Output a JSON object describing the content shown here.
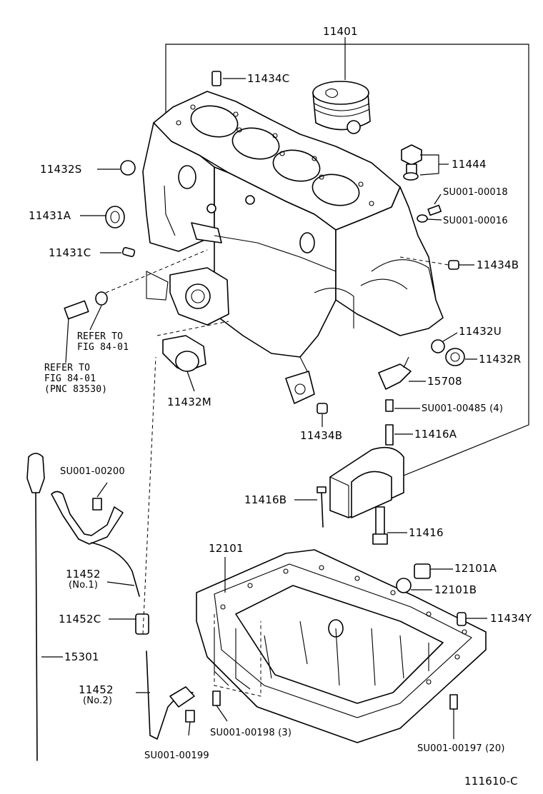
{
  "callouts": {
    "p11401": "11401",
    "p11434C": "11434C",
    "p11432S": "11432S",
    "p11431A": "11431A",
    "p11431C": "11431C",
    "p11444": "11444",
    "su00018": "SU001-00018",
    "su00016": "SU001-00016",
    "p11434B_right": "11434B",
    "refer1_line1": "REFER TO",
    "refer1_line2": "FIG 84-01",
    "refer2_line1": "REFER TO",
    "refer2_line2": "FIG 84-01",
    "refer2_line3": "(PNC 83530)",
    "p11432U": "11432U",
    "p11432R": "11432R",
    "p15708": "15708",
    "p11432M": "11432M",
    "su00485": "SU001-00485 (4)",
    "p11434B_bottom": "11434B",
    "p11416A": "11416A",
    "su00200": "SU001-00200",
    "p11416B": "11416B",
    "p11416": "11416",
    "p12101": "12101",
    "p12101A": "12101A",
    "p11452_no1": "11452",
    "p11452_no1_sub": "(No.1)",
    "p12101B": "12101B",
    "p11452C": "11452C",
    "p11434Y": "11434Y",
    "p15301": "15301",
    "p11452_no2": "11452",
    "p11452_no2_sub": "(No.2)",
    "su00198": "SU001-00198 (3)",
    "su00197": "SU001-00197 (20)",
    "su00199": "SU001-00199"
  },
  "figure_number": "111610-C"
}
